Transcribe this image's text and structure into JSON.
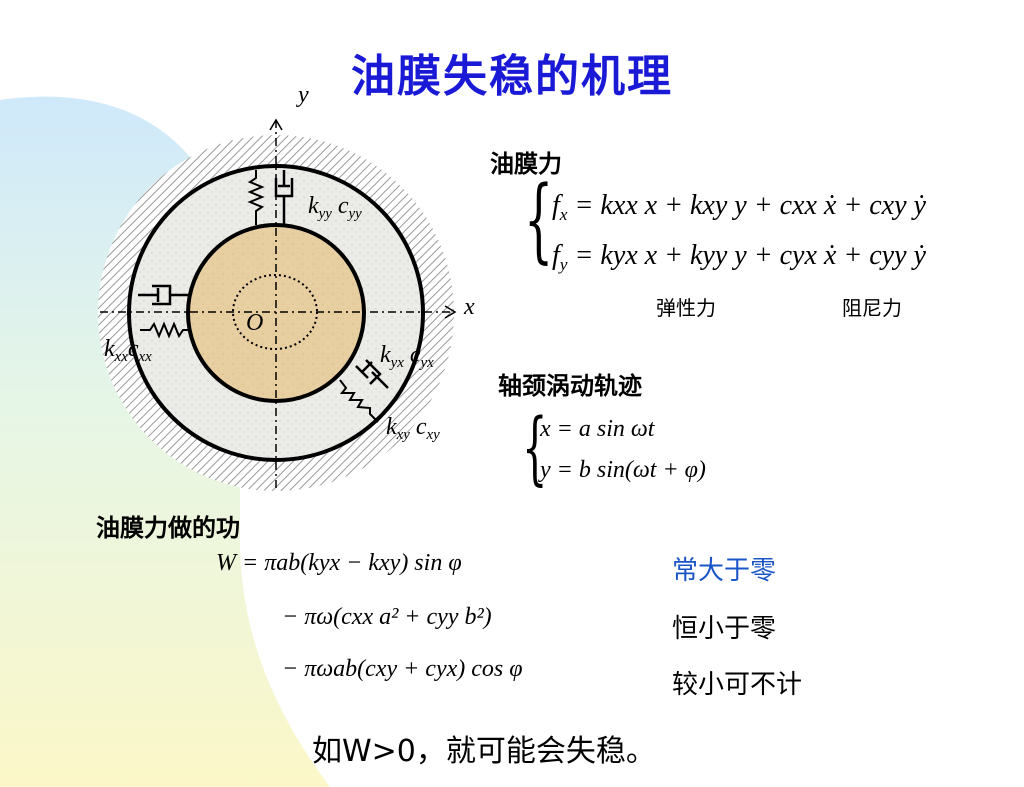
{
  "title": "油膜失稳的机理",
  "diagram": {
    "axis_x": "x",
    "axis_y": "y",
    "origin": "O",
    "spring_yy": {
      "k": "k",
      "k_sub": "yy",
      "c": "c",
      "c_sub": "yy"
    },
    "spring_xx": {
      "k": "k",
      "k_sub": "xx",
      "c": "c",
      "c_sub": "xx"
    },
    "spring_yx": {
      "k": "k",
      "k_sub": "yx",
      "c": "c",
      "c_sub": "yx"
    },
    "spring_xy": {
      "k": "k",
      "k_sub": "xy",
      "c": "c",
      "c_sub": "xy"
    }
  },
  "oil_force": {
    "heading": "油膜力",
    "eq1": {
      "lhs": "f",
      "lhs_sub": "x",
      "rhs": "= kxx x + kxy y + cxx ẋ + cxy ẏ"
    },
    "eq2": {
      "lhs": "f",
      "lhs_sub": "y",
      "rhs": "= kyx x + kyy y + cyx ẋ + cyy ẏ"
    },
    "label_elastic": "弹性力",
    "label_damping": "阻尼力"
  },
  "whirl": {
    "heading": "轴颈涡动轨迹",
    "eq1": "x = a sin ωt",
    "eq2": "y = b sin(ωt + φ)"
  },
  "work": {
    "heading": "油膜力做的功",
    "term1": "W = πab(kyx − kxy) sin φ",
    "term2": "− πω(cxx a² + cyy b²)",
    "term3": "− πωab(cxy + cyx) cos φ",
    "note1": "常大于零",
    "note2": "恒小于零",
    "note3": "较小可不计"
  },
  "conclusion": "如W>0，就可能会失稳。",
  "colors": {
    "title": "#1a1ad6",
    "note_blue": "#1a55c8",
    "journal": "#e8cfa2",
    "film": "#e9e9e6"
  }
}
